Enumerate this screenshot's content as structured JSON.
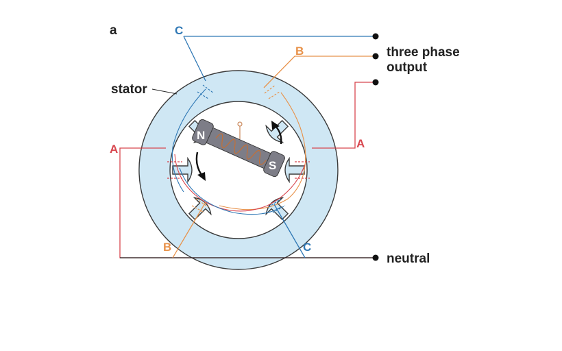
{
  "figure_letter": "a",
  "labels": {
    "stator": "stator",
    "output_line1": "three phase",
    "output_line2": "output",
    "neutral": "neutral",
    "rotor_north": "N",
    "rotor_south": "S"
  },
  "phases": [
    {
      "name": "A",
      "color": "#d8464e"
    },
    {
      "name": "B",
      "color": "#e8924a"
    },
    {
      "name": "C",
      "color": "#2f78b5"
    }
  ],
  "colors": {
    "stator_fill": "#cfe7f4",
    "stator_stroke": "#3a3a3a",
    "rotor_fill": "#7d7d87",
    "coil": "#c0703a",
    "wire_neutral": "#222222"
  }
}
